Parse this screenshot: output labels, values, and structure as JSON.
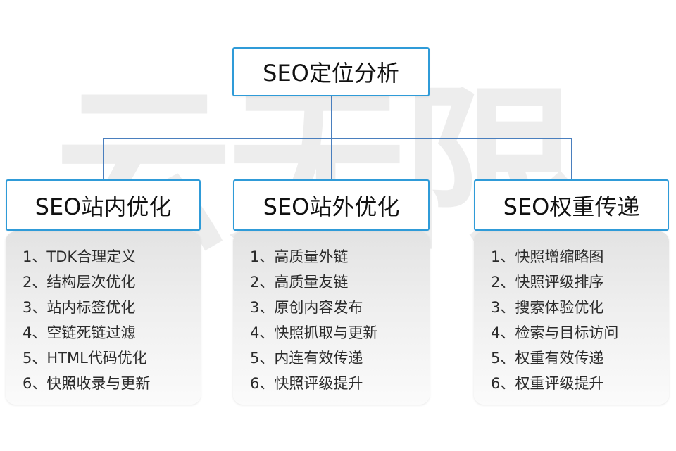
{
  "watermark": "云无限",
  "colors": {
    "box_border": "#2f9bd8",
    "connector_line": "#4a7fbe",
    "panel_gradient_top": "#e3e3e3",
    "panel_gradient_bottom": "#fbfbfb",
    "title_text": "#111111",
    "list_text": "#2b2b2b",
    "watermark_text": "#ededed"
  },
  "root": {
    "title": "SEO定位分析"
  },
  "sections": [
    {
      "title": "SEO站内优化",
      "items": [
        "1、TDK合理定义",
        "2、结构层次优化",
        "3、站内标签优化",
        "4、空链死链过滤",
        "5、HTML代码优化",
        "6、快照收录与更新"
      ]
    },
    {
      "title": "SEO站外优化",
      "items": [
        "1、高质量外链",
        "2、高质量友链",
        "3、原创内容发布",
        "4、快照抓取与更新",
        "5、内连有效传递",
        "6、快照评级提升"
      ]
    },
    {
      "title": "SEO权重传递",
      "items": [
        "1、快照增缩略图",
        "2、快照评级排序",
        "3、搜索体验优化",
        "4、检索与目标访问",
        "5、权重有效传递",
        "6、权重评级提升"
      ]
    }
  ]
}
